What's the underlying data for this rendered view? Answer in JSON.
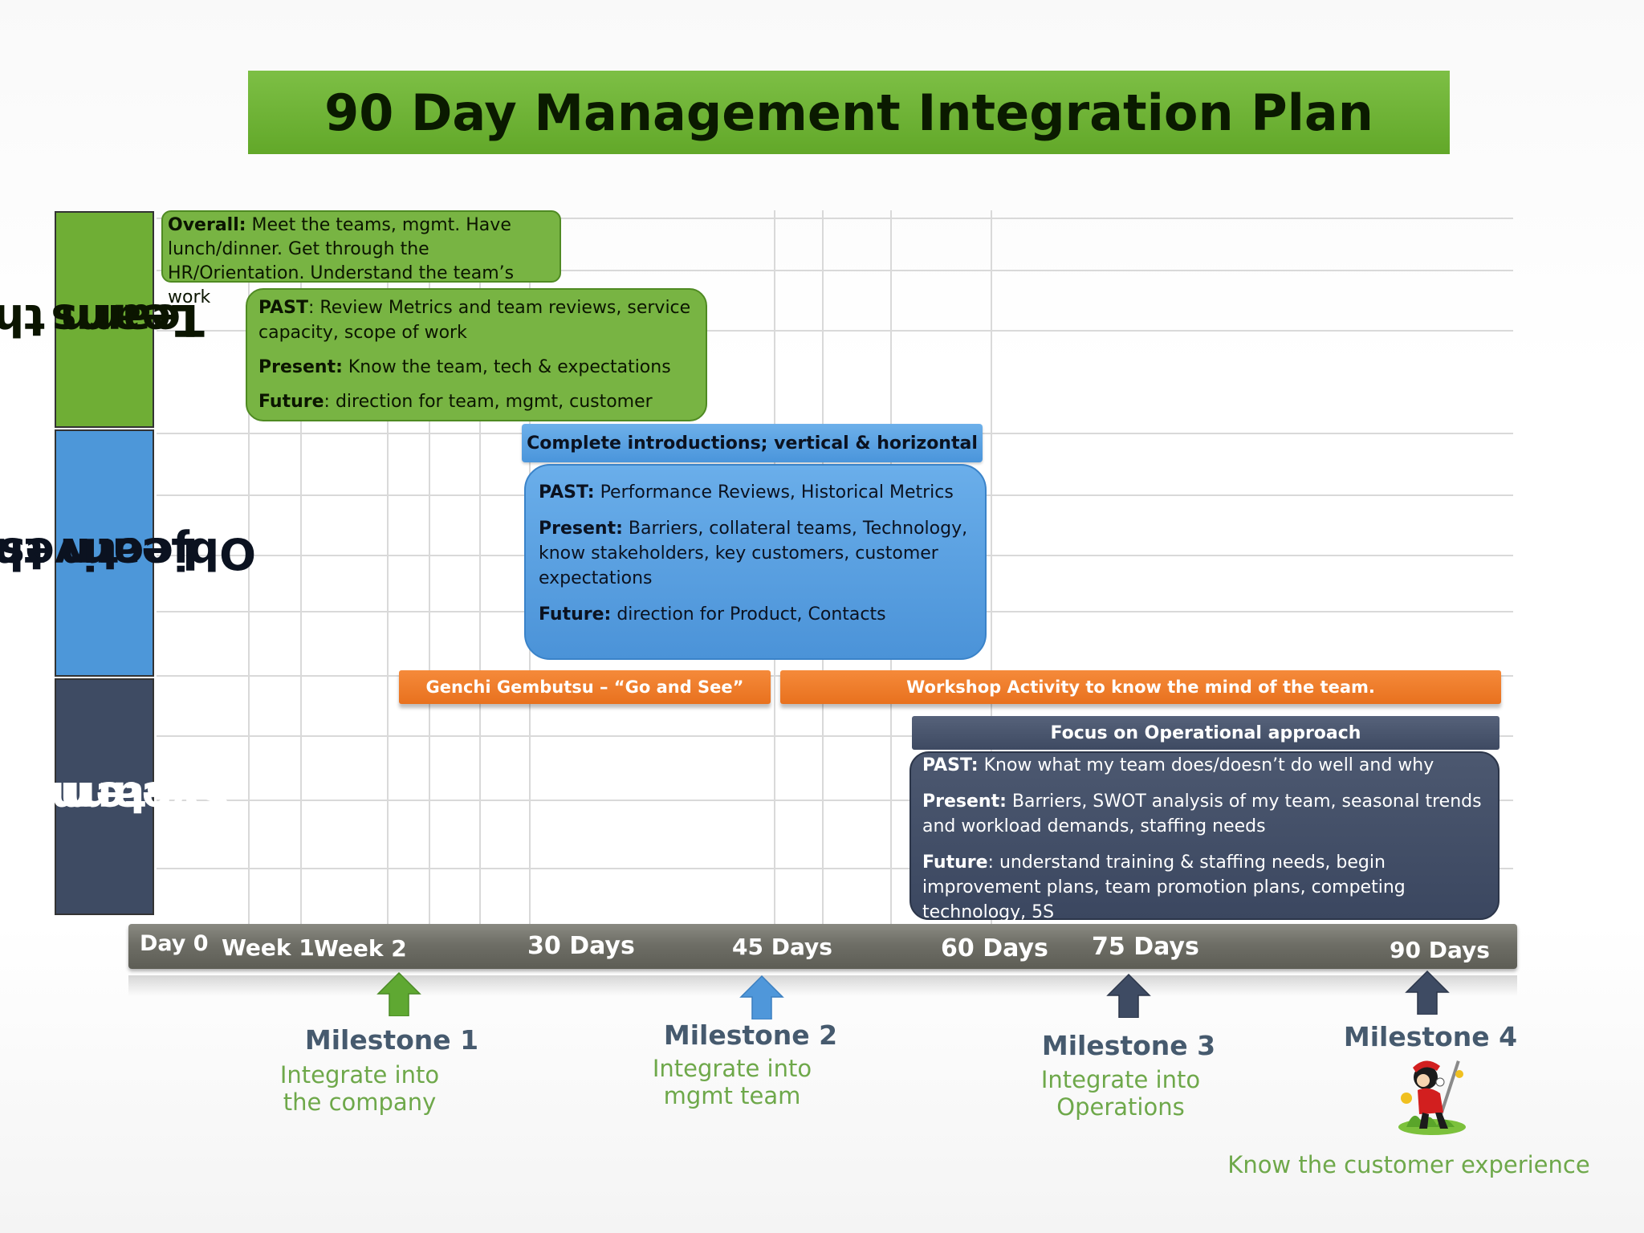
{
  "title": "90 Day Management Integration Plan",
  "side_labels": {
    "teams": [
      "Learn the",
      "Teams"
    ],
    "objectives": [
      "Learn the",
      "Objectives"
    ],
    "systems": [
      "Learn the",
      "Systems"
    ]
  },
  "teams": {
    "overall_label": "Overall:",
    "overall_text": " Meet the teams, mgmt.  Have lunch/dinner.  Get through the HR/Orientation.  Understand the team’s work",
    "past_label": "PAST",
    "past_text": ": Review Metrics and team reviews, service capacity, scope of work",
    "present_label": "Present:",
    "present_text": " Know the team, tech & expectations",
    "future_label": "Future",
    "future_text": ": direction for team, mgmt, customer"
  },
  "objectives": {
    "header": "Complete introductions; vertical & horizontal",
    "past_label": "PAST:",
    "past_text": " Performance Reviews, Historical Metrics",
    "present_label": "Present:",
    "present_text": " Barriers, collateral teams, Technology, know stakeholders, key customers, customer expectations",
    "future_label": "Future:",
    "future_text": " direction for Product, Contacts"
  },
  "systems": {
    "genchi": "Genchi Gembutsu – “Go and See”",
    "workshop": "Workshop Activity to know the mind of the team.",
    "header": "Focus on Operational approach",
    "past_label": "PAST:",
    "past_text": " Know what my team does/doesn’t do well and why",
    "present_label": "Present:",
    "present_text": " Barriers, SWOT analysis of my team, seasonal trends and workload demands, staffing needs",
    "future_label": "Future",
    "future_text": ": understand training & staffing needs, begin improvement plans, team promotion plans, competing technology, 5S"
  },
  "timeline": {
    "day0": "Day 0",
    "week1": "Week 1",
    "week2": "Week 2",
    "d30": "30 Days",
    "d45": "45 Days",
    "d60": "60 Days",
    "d75": "75 Days",
    "d90": "90 Days"
  },
  "milestones": [
    {
      "title": "Milestone 1",
      "line1": "Integrate into",
      "line2": "the company",
      "arrow_color": "#5fa832"
    },
    {
      "title": "Milestone 2",
      "line1": "Integrate into",
      "line2": "mgmt team",
      "arrow_color": "#4f97da"
    },
    {
      "title": "Milestone 3",
      "line1": "Integrate into",
      "line2": "Operations",
      "arrow_color": "#3e4b63"
    },
    {
      "title": "Milestone 4",
      "line1": "Know the customer experience",
      "arrow_color": "#3e4b63"
    }
  ],
  "colors": {
    "green": "#6fae35",
    "blue": "#4d97d9",
    "slate": "#3e4b63",
    "orange": "#ef7d2a"
  }
}
